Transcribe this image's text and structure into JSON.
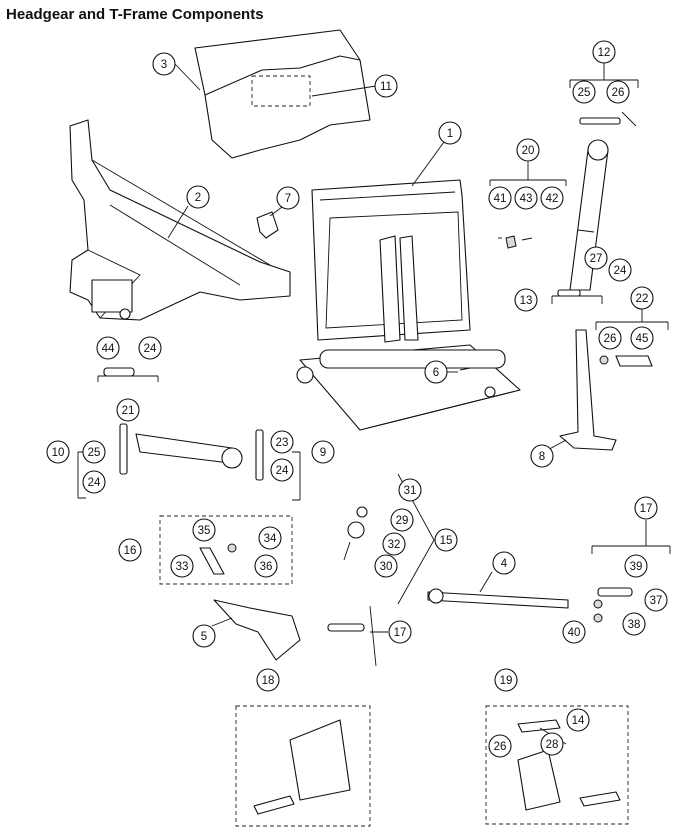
{
  "title": "Headgear and T-Frame Components",
  "callouts": [
    "1",
    "2",
    "3",
    "4",
    "5",
    "6",
    "7",
    "8",
    "9",
    "10",
    "11",
    "12",
    "13",
    "14",
    "15",
    "16",
    "17",
    "18",
    "19",
    "20",
    "21",
    "22",
    "23",
    "24",
    "25",
    "26",
    "27",
    "28",
    "29",
    "30",
    "31",
    "32",
    "33",
    "34",
    "35",
    "36",
    "37",
    "38",
    "39",
    "40",
    "41",
    "42",
    "43",
    "44",
    "45"
  ]
}
